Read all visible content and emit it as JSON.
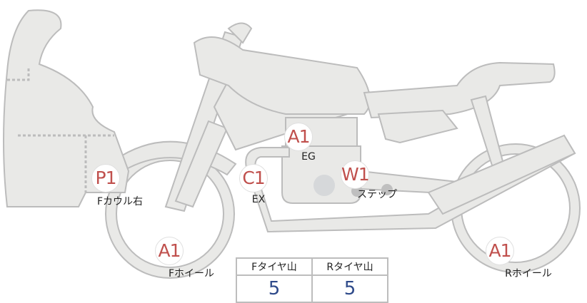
{
  "markers": [
    {
      "code": "P1",
      "label": "Fカウル右"
    },
    {
      "code": "A1",
      "label": "EG"
    },
    {
      "code": "C1",
      "label": "EX"
    },
    {
      "code": "W1",
      "label": "ステップ"
    },
    {
      "code": "A1",
      "label": "Fホイール"
    },
    {
      "code": "A1",
      "label": "Rホイール"
    }
  ],
  "tread_table": {
    "headers": [
      "Fタイヤ山",
      "Rタイヤ山"
    ],
    "values": [
      "5",
      "5"
    ]
  },
  "colors": {
    "marker_text": "#c0504d",
    "value_text": "#2e4a8a",
    "part_fill": "#e9e9e7",
    "part_stroke": "#bcbcbc"
  }
}
